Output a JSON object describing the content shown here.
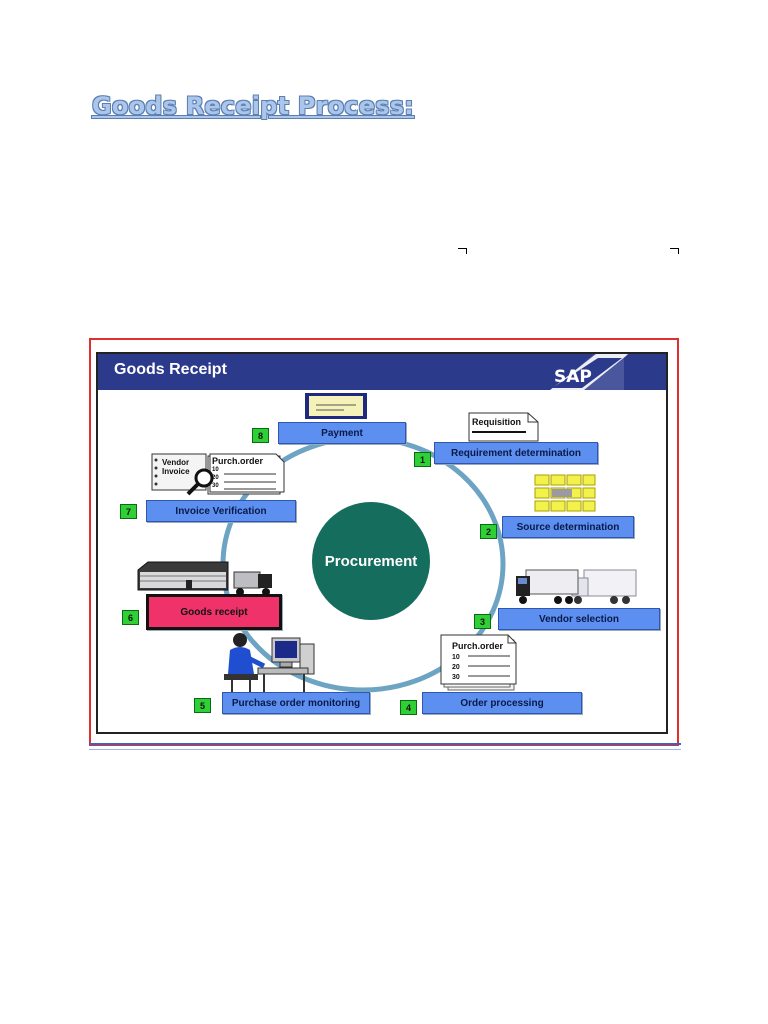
{
  "page": {
    "heading": "Goods Receipt Process:"
  },
  "slide": {
    "title": "Goods Receipt",
    "logo": "SAP",
    "center_label": "Procurement",
    "colors": {
      "header": "#2c3a8c",
      "step_box": "#5d8ff0",
      "active_step": "#f0326a",
      "number_badge": "#2fd035",
      "cycle_ring": "#6da4c4",
      "center": "#156d5e"
    },
    "steps": [
      {
        "number": "1",
        "label": "Requirement determination"
      },
      {
        "number": "2",
        "label": "Source determination"
      },
      {
        "number": "3",
        "label": "Vendor selection"
      },
      {
        "number": "4",
        "label": "Order processing"
      },
      {
        "number": "5",
        "label": "Purchase order monitoring"
      },
      {
        "number": "6",
        "label": "Goods receipt",
        "active": true
      },
      {
        "number": "7",
        "label": "Invoice Verification"
      },
      {
        "number": "8",
        "label": "Payment"
      }
    ],
    "illustrations": {
      "requisition_doc": "Requisition",
      "invoice_doc": [
        "Vendor",
        "Invoice"
      ],
      "purch_order_small": {
        "title": "Purch.order",
        "lines": [
          "10",
          "20",
          "30"
        ]
      },
      "purch_order_large": {
        "title": "Purch.order",
        "lines": [
          "10",
          "20",
          "30"
        ]
      },
      "icons": [
        "cheque-icon",
        "requisition-document-icon",
        "source-grid-icon",
        "trucks-icon",
        "document-icon",
        "computer-user-icon",
        "warehouse-truck-icon",
        "invoice-magnifier-icon"
      ]
    }
  }
}
